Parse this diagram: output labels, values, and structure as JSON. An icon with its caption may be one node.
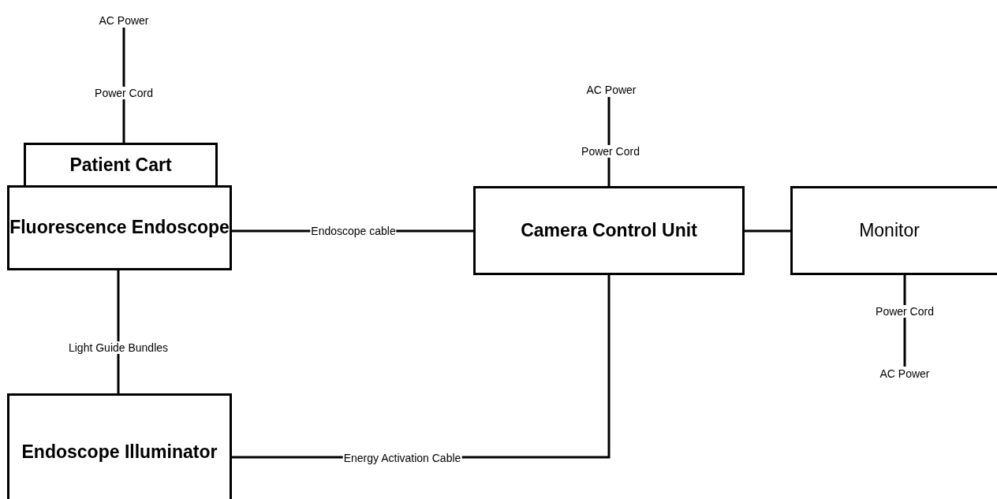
{
  "diagram": {
    "nodes": [
      {
        "text": [
          "AC Power"
        ]
      },
      {
        "text": [
          "Patient Cart"
        ]
      },
      {
        "text": [
          "Fluorescence Endoscope"
        ]
      },
      {
        "text": [
          "Endoscope Illuminator"
        ]
      },
      {
        "text": [
          "Camera Control Unit"
        ]
      },
      {
        "text": [
          "Monitor"
        ]
      },
      {
        "text": [
          "AC Power"
        ]
      },
      {
        "text": [
          "AC Power"
        ]
      }
    ],
    "edges": [
      {
        "from": 0,
        "to": 1,
        "arrow": "none",
        "label": "Power Cord"
      },
      {
        "from": 6,
        "to": 4,
        "arrow": "none",
        "label": "Power Cord"
      },
      {
        "from": 2,
        "to": 4,
        "arrow": "none",
        "label": "Endoscope cable"
      },
      {
        "from": 2,
        "to": 3,
        "arrow": "none",
        "label": "Light Guide Bundles"
      },
      {
        "from": 3,
        "to": 4,
        "arrow": "none",
        "label": "Energy Activation Cable"
      },
      {
        "from": 4,
        "to": 5,
        "arrow": "none"
      },
      {
        "from": 5,
        "to": 7,
        "arrow": "none",
        "label": "Power Cord"
      }
    ]
  }
}
